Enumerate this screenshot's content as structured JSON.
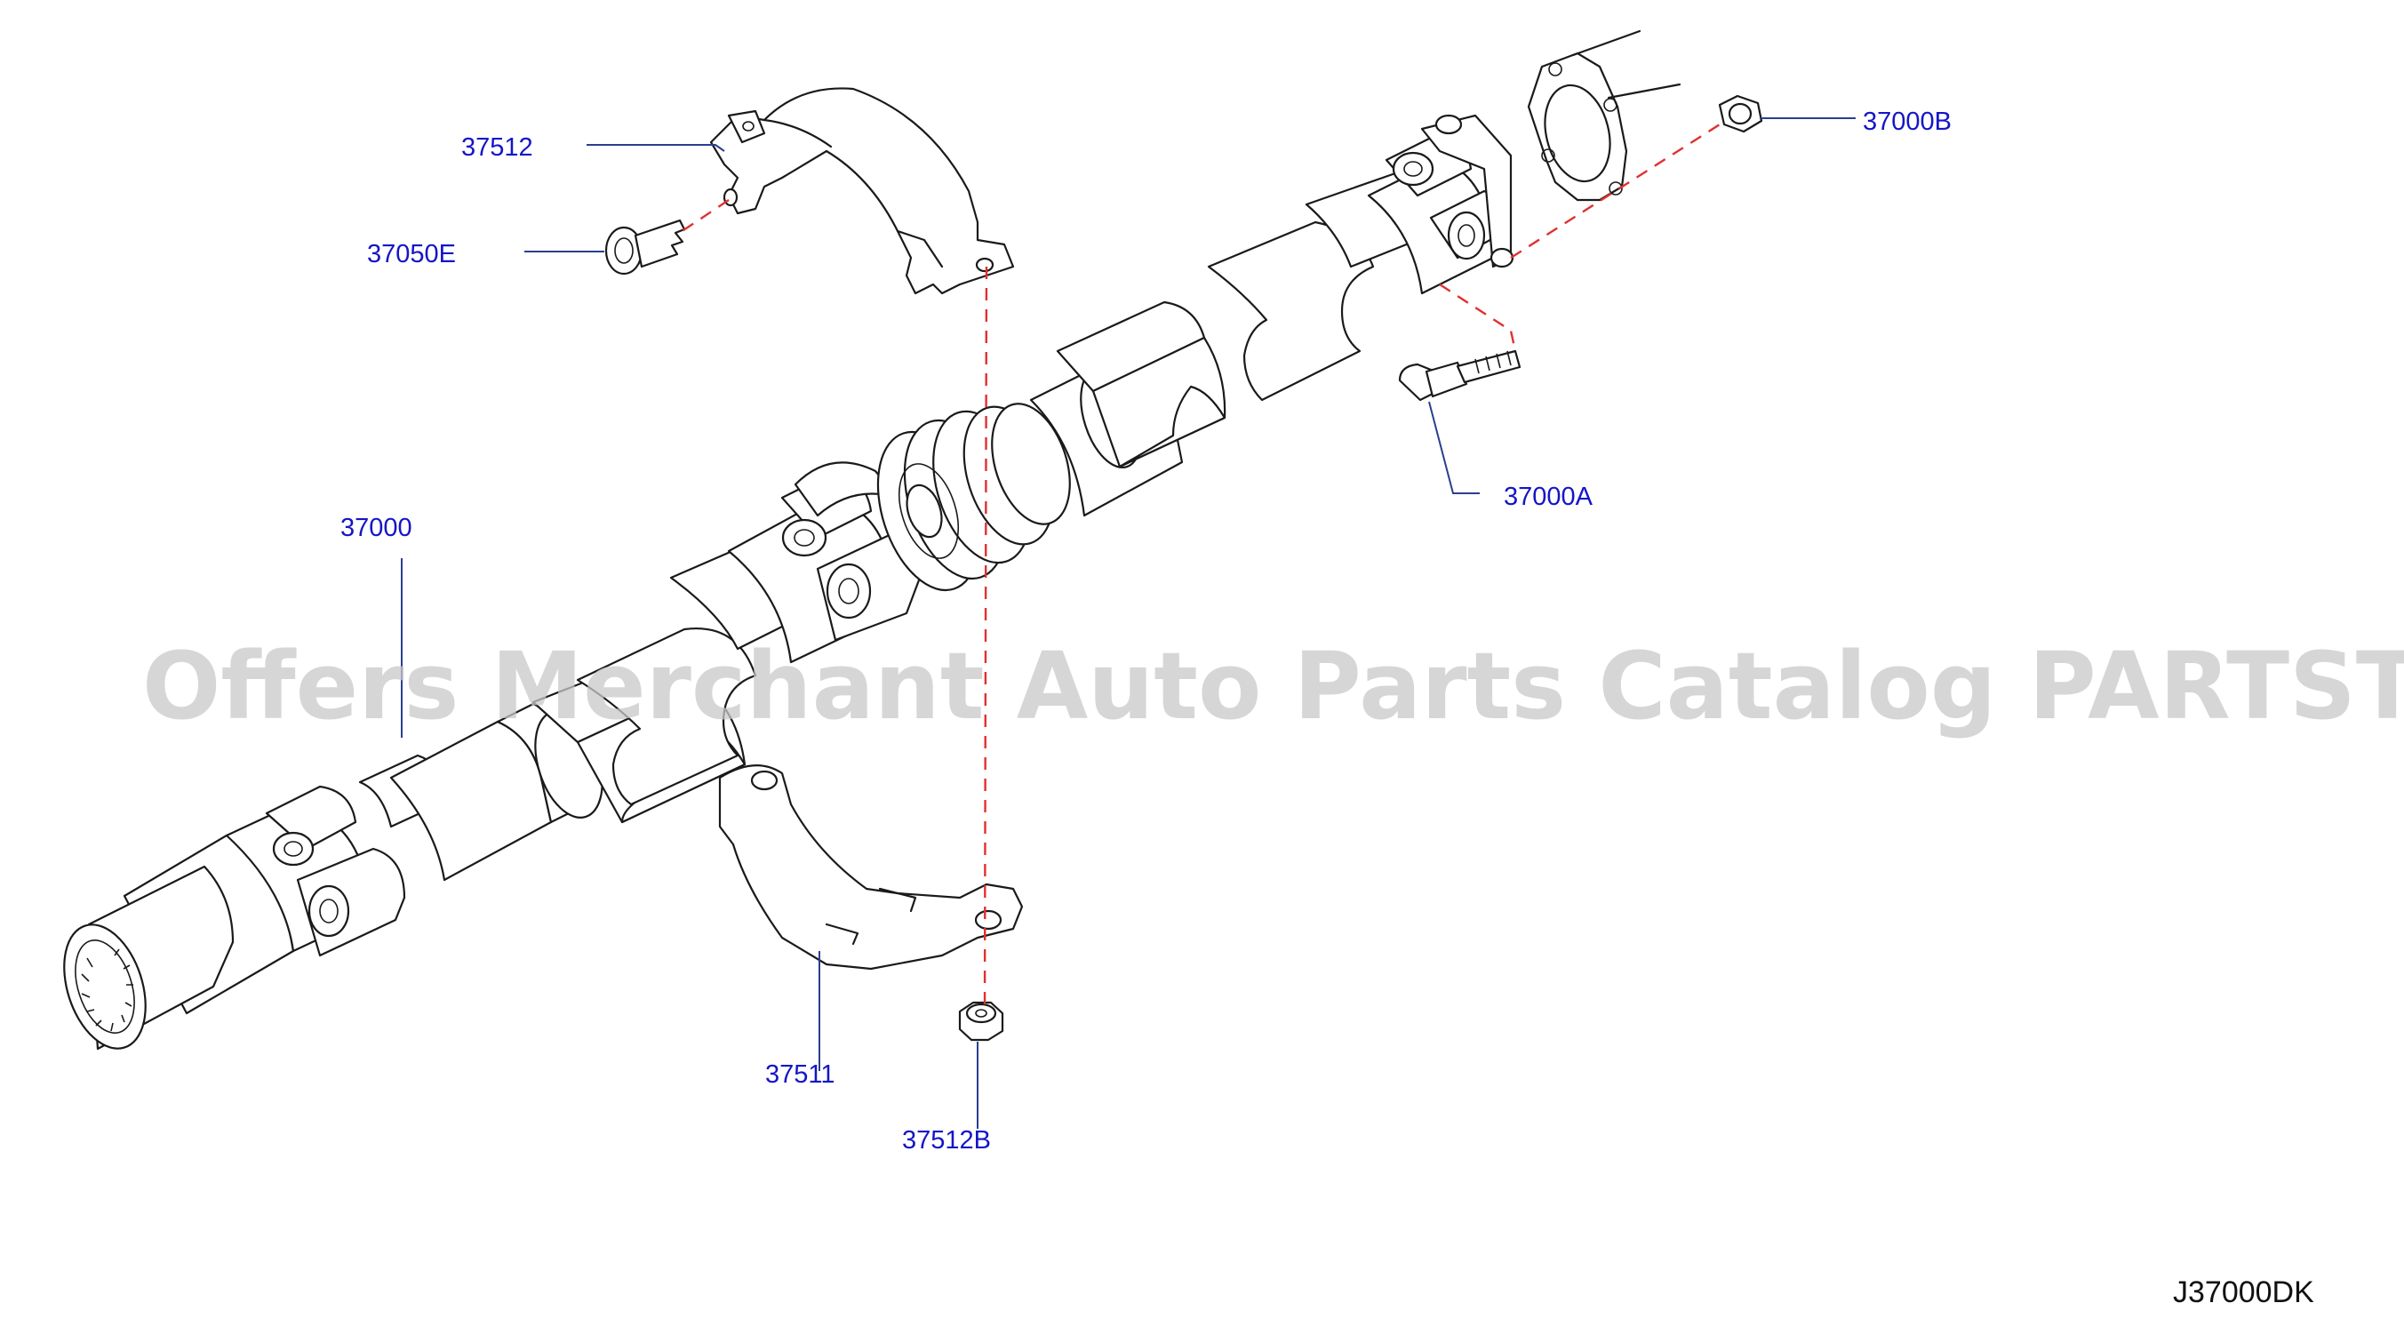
{
  "callouts": [
    {
      "id": "37512",
      "text": "37512"
    },
    {
      "id": "37050E",
      "text": "37050E"
    },
    {
      "id": "37000",
      "text": "37000"
    },
    {
      "id": "37511",
      "text": "37511"
    },
    {
      "id": "37512B",
      "text": "37512B"
    },
    {
      "id": "37000A",
      "text": "37000A"
    },
    {
      "id": "37000B",
      "text": "37000B"
    }
  ],
  "diagram_code": "J37000DK",
  "watermark": "Offers Merchant Auto Parts Catalog PARTSTORE.SA",
  "colors": {
    "callout_text": "#1515c8",
    "leader_line": "#2a3f8f",
    "dashed_alignment": "#e03030",
    "watermark": "#c8c8c8"
  }
}
